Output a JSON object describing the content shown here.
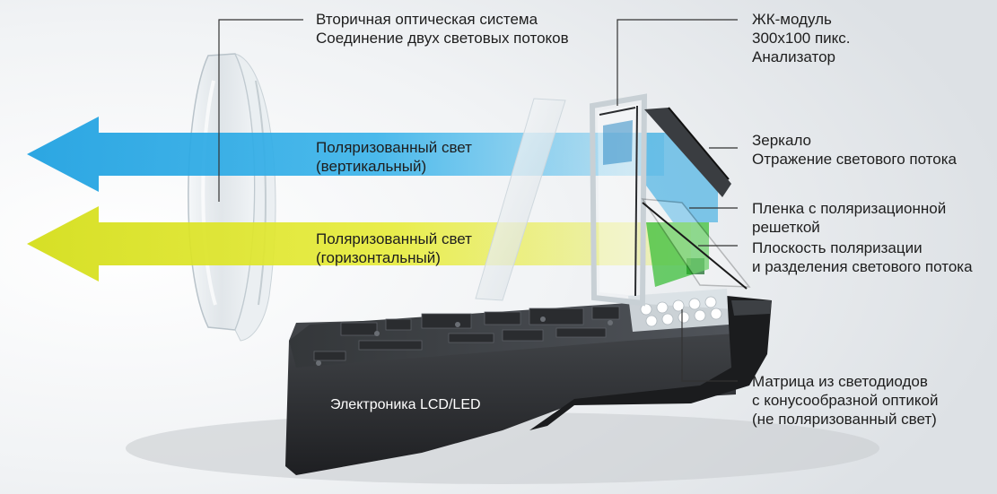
{
  "colors": {
    "vertical_beam": "#1fa3e0",
    "horizontal_beam": "#d9e21b",
    "housing": "#2b2d30",
    "label_text": "#1e1e1e"
  },
  "labels": {
    "secondary_optics": {
      "lines": [
        "Вторичная оптическая система",
        "Соединение двух световых потоков"
      ]
    },
    "lcd_module": {
      "lines": [
        "ЖК-модуль",
        "300x100 пикс.",
        "Анализатор"
      ]
    },
    "polarized_vertical": {
      "lines": [
        "Поляризованный свет",
        "(вертикальный)"
      ]
    },
    "polarized_horizontal": {
      "lines": [
        "Поляризованный свет",
        "(горизонтальный)"
      ]
    },
    "mirror": {
      "lines": [
        "Зеркало",
        "Отражение светового потока"
      ]
    },
    "polarizing_film": {
      "lines": [
        "Пленка с поляризационной",
        "решеткой"
      ]
    },
    "polarization_plane": {
      "lines": [
        "Плоскость поляризации",
        "и разделения светового потока"
      ]
    },
    "led_matrix": {
      "lines": [
        "Матрица из светодиодов",
        "с конусообразной оптикой",
        "(не поляризованный свет)"
      ]
    },
    "electronics": {
      "lines": [
        "Электроника LCD/LED"
      ]
    }
  }
}
